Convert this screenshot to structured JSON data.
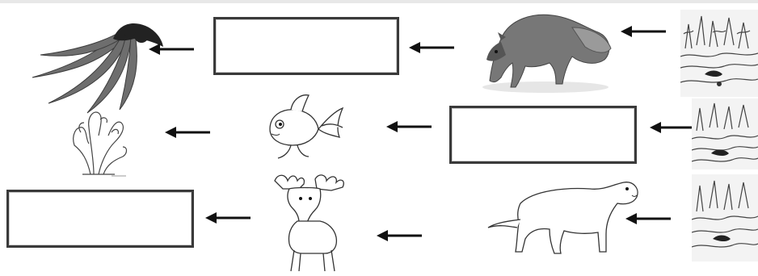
{
  "worksheet": {
    "rows": [
      {
        "items": [
          "seaweed-image",
          "answer-box",
          "arctic-fox-image",
          "tundra-image"
        ],
        "answer": {
          "value": "",
          "placeholder": ""
        }
      },
      {
        "items": [
          "coral-image",
          "goldfish-image",
          "answer-box",
          "tundra-image"
        ],
        "answer": {
          "value": "",
          "placeholder": ""
        }
      },
      {
        "items": [
          "answer-box",
          "moose-image",
          "mountain-lion-image",
          "tundra-image"
        ],
        "answer": {
          "value": "",
          "placeholder": ""
        }
      }
    ],
    "arrow_direction": "left",
    "colors": {
      "ink": "#111111",
      "box_border": "#3a3a3a",
      "line_art": "#555555"
    }
  }
}
